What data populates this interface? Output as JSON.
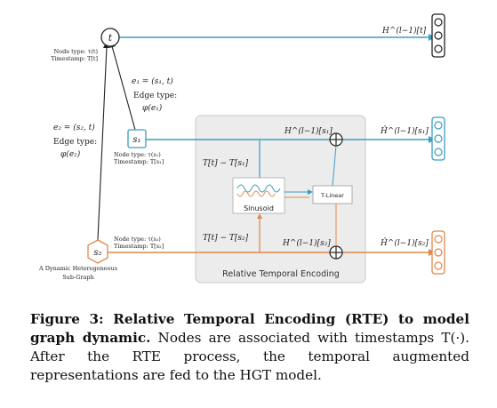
{
  "figure": {
    "node_t": {
      "label": "t",
      "node_type": "Node type: τ(t)",
      "timestamp": "Timestamp: T[t]"
    },
    "node_s1": {
      "label": "s₁",
      "node_type": "Node type: τ(s₁)",
      "timestamp": "Timestamp: T[s₁]"
    },
    "node_s2": {
      "label": "s₂",
      "node_type": "Node type: τ(s₂)",
      "timestamp": "Timestamp: T[s₂]"
    },
    "edge1": {
      "eq": "e₁ = (s₁, t)",
      "type_label": "Edge type:",
      "phi": "φ(e₁)"
    },
    "edge2": {
      "eq": "e₂ = (s₂, t)",
      "type_label": "Edge type:",
      "phi": "φ(e₂)"
    },
    "subgraph_caption_line1": "A Dynamic Heterogeneous",
    "subgraph_caption_line2": "Sub-Graph",
    "h_t": "H^(l−1)[t]",
    "h_s1": "H^(l−1)[s₁]",
    "h_s2": "H^(l−1)[s₂]",
    "hhat_s1": "Ĥ^(l−1)[s₁]",
    "hhat_s2": "Ĥ^(l−1)[s₂]",
    "delta1": "T[t] − T[s₁]",
    "delta2": "T[t] − T[s₂]",
    "sinusoid": "Sinusoid",
    "tlinear": "T-Linear",
    "rte_box_label": "Relative Temporal Encoding",
    "colors": {
      "blue": "#3a9ec0",
      "orange": "#e0874a",
      "box": "#ececec",
      "dark": "#222222"
    }
  },
  "caption": {
    "label": "Figure 3: ",
    "bold_text": "Relative Temporal Encoding (RTE) to model graph dynamic.",
    "text": " Nodes are associated with timestamps T(·). After the RTE process, the temporal augmented representations are fed to the HGT model."
  }
}
